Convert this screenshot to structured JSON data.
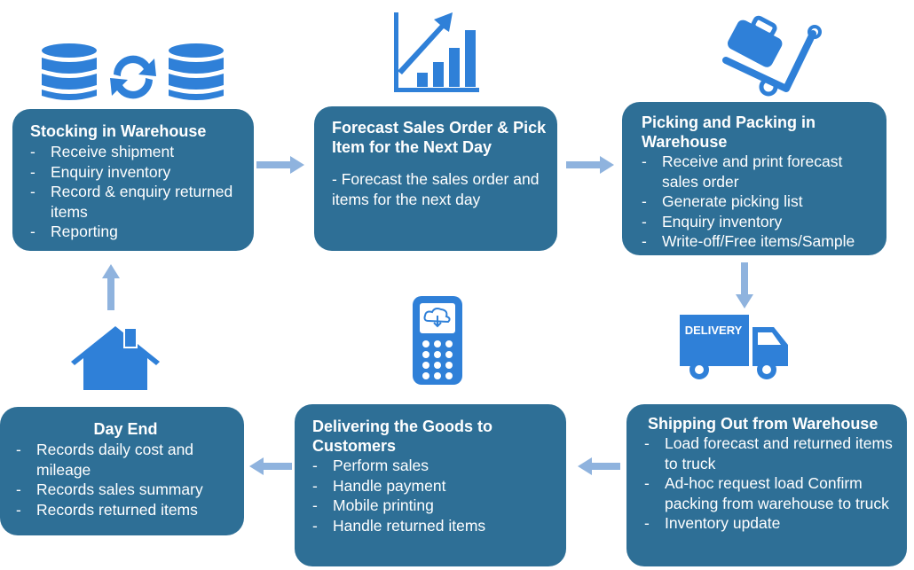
{
  "colors": {
    "box": "#2e6f96",
    "icon": "#2f80d8",
    "arrow": "#8fb3de"
  },
  "boxes": {
    "stocking": {
      "title": "Stocking in Warehouse",
      "items": [
        "Receive shipment",
        "Enquiry inventory",
        "Record & enquiry returned items",
        "Reporting"
      ]
    },
    "forecast": {
      "title": "Forecast Sales Order & Pick Item for the Next Day",
      "text": "- Forecast the sales order and items for the next day"
    },
    "picking": {
      "title": "Picking and Packing in Warehouse",
      "items": [
        "Receive and print forecast sales order",
        "Generate picking list",
        "Enquiry inventory",
        "Write-off/Free items/Sample"
      ]
    },
    "shipping": {
      "title": "Shipping Out from Warehouse",
      "items": [
        "Load forecast and returned items to truck",
        "Ad-hoc request load Confirm packing from warehouse to truck",
        "Inventory update"
      ]
    },
    "delivering": {
      "title": "Delivering the Goods to Customers",
      "items": [
        "Perform sales",
        "Handle payment",
        "Mobile printing",
        "Handle returned items"
      ]
    },
    "dayend": {
      "title": "Day End",
      "items": [
        "Records daily cost and mileage",
        "Records sales summary",
        "Records returned items"
      ]
    }
  },
  "truck_label": "DELIVERY"
}
